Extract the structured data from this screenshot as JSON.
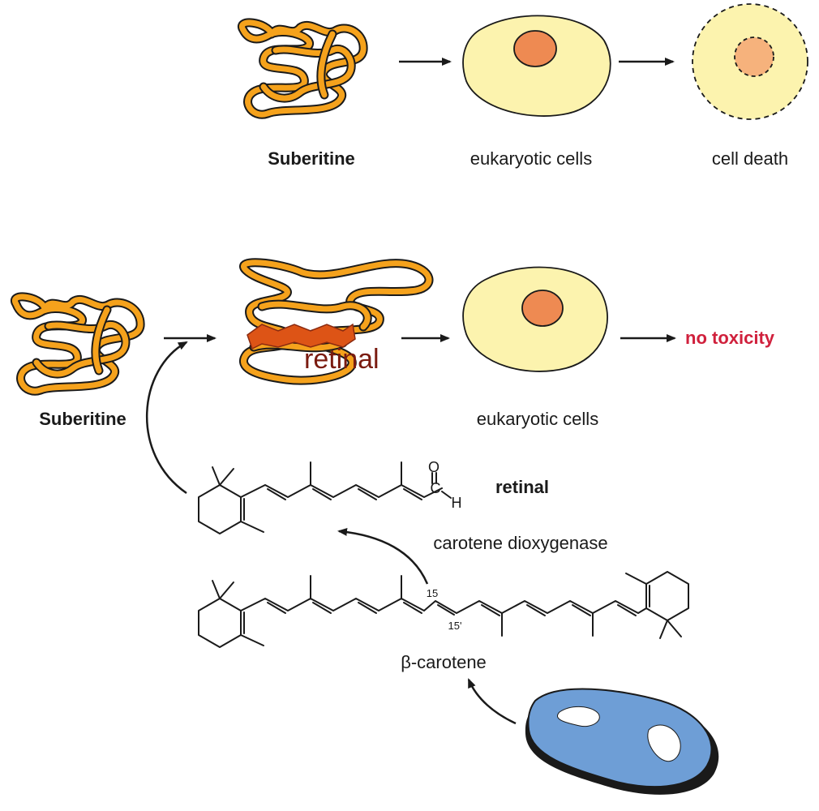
{
  "top_row": {
    "protein_label": "Suberitine",
    "cells_label": "eukaryotic cells",
    "death_label": "cell death"
  },
  "middle_row": {
    "protein_label": "Suberitine",
    "bound_ligand_label": "retinal",
    "cells_label": "eukaryotic cells",
    "outcome_label": "no toxicity"
  },
  "retinal": {
    "name": "retinal",
    "atom_o": "O",
    "atom_c": "C",
    "atom_h": "H"
  },
  "enzyme": {
    "label": "carotene dioxygenase"
  },
  "beta_carotene": {
    "name": "β-carotene",
    "position_15": "15",
    "position_15p": "15'"
  },
  "colors": {
    "protein_fill": "#F5A21C",
    "protein_outline": "#1a1a1a",
    "cell_fill": "#FCF3AE",
    "nucleus_fill": "#EE8A52",
    "dead_nucleus_fill": "#F6B27C",
    "ligand_fill": "#DD5416",
    "ligand_text": "#7A1B10",
    "no_toxicity": "#D0203C",
    "organism_fill": "#6E9ED6"
  }
}
